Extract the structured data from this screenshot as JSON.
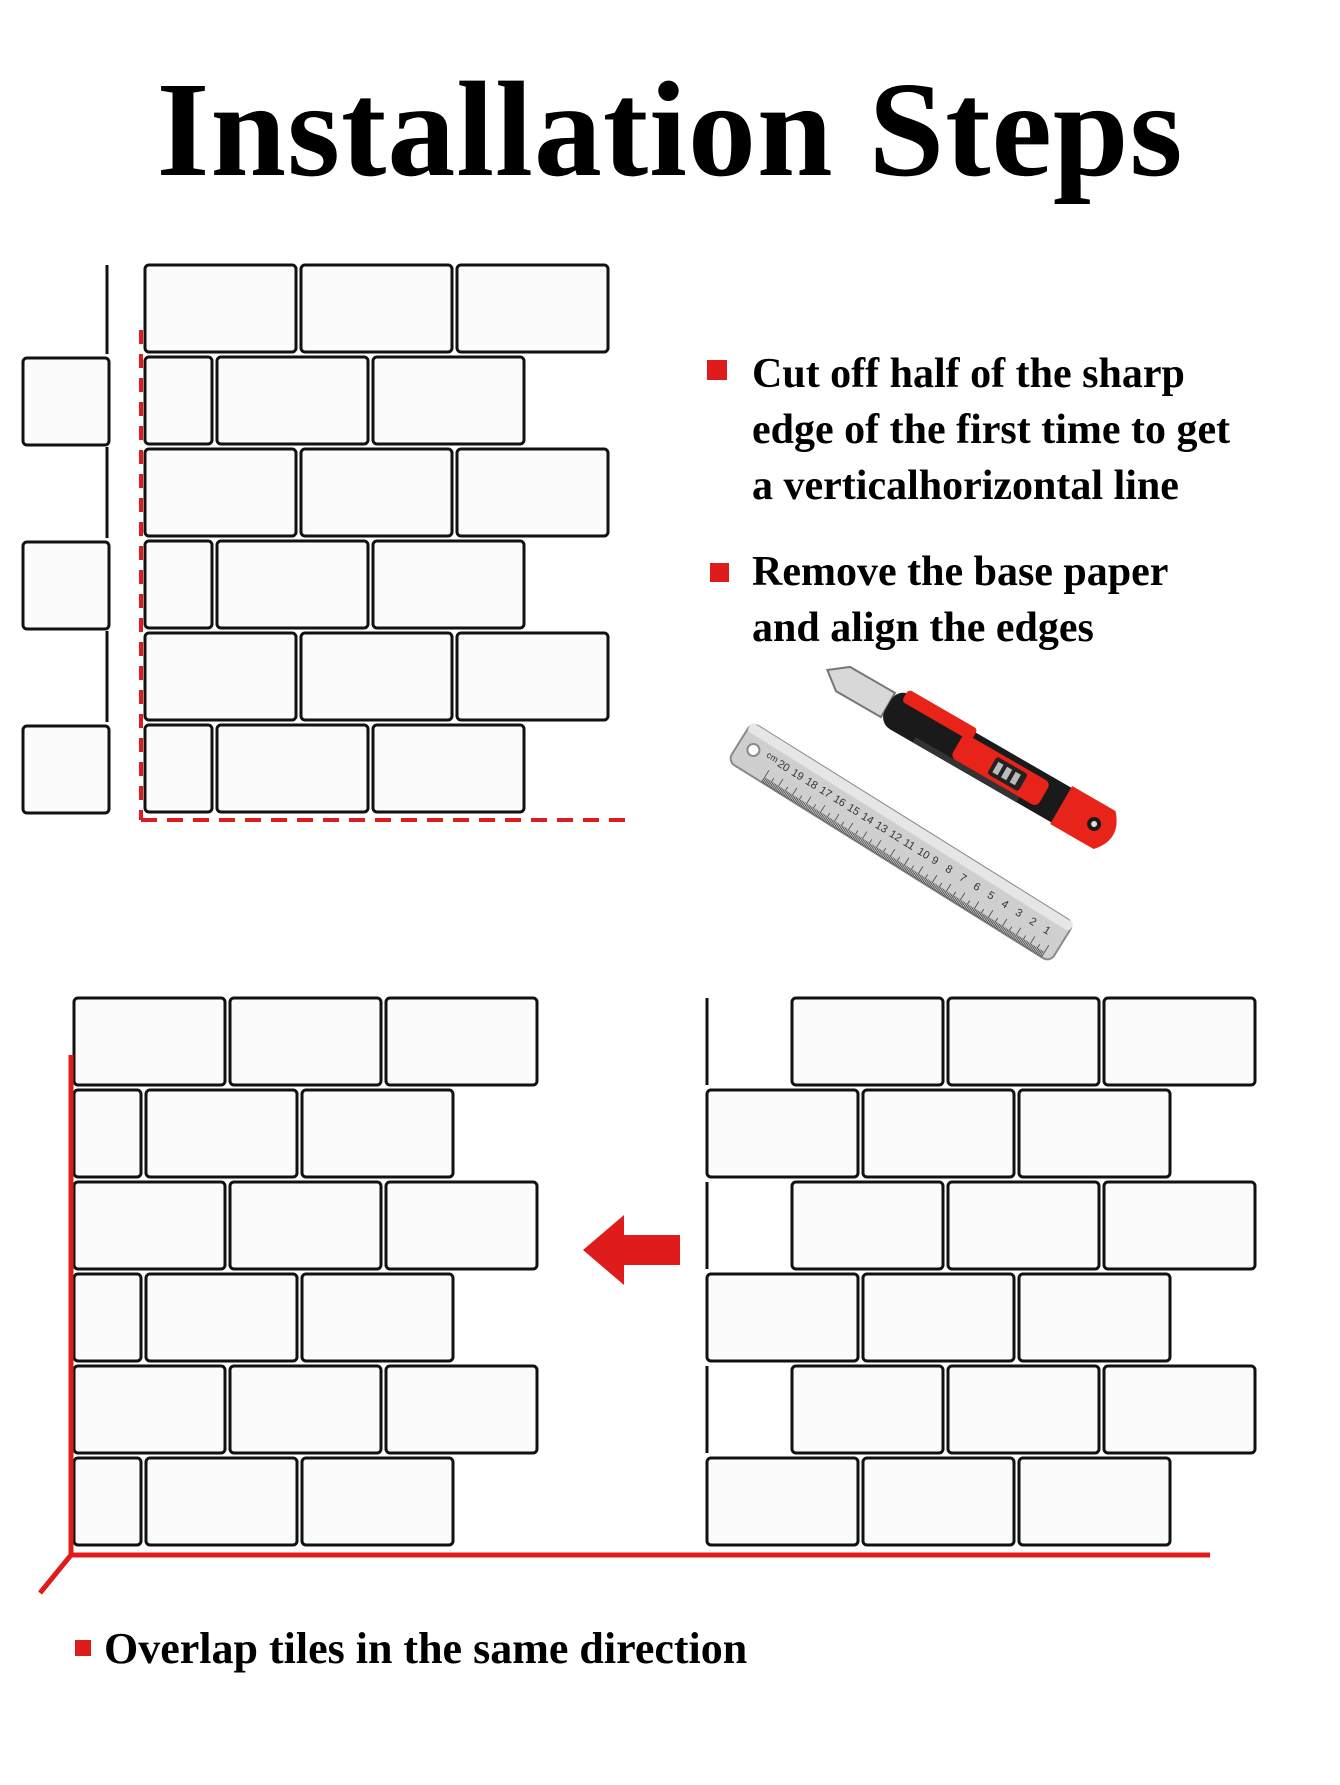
{
  "title": "Installation Steps",
  "steps": {
    "step1_lines": [
      "Cut off half of the sharp",
      "edge of the first time to get",
      "a verticalhorizontal line"
    ],
    "step2_lines": [
      "Remove the base paper",
      "and align the edges"
    ],
    "step3": "Overlap tiles in the same direction"
  },
  "ruler": {
    "unit": "cm",
    "ticks": [
      "20",
      "19",
      "18",
      "17",
      "16",
      "15",
      "14",
      "13",
      "12",
      "11",
      "10",
      "9",
      "8",
      "7",
      "6",
      "5",
      "4",
      "3",
      "2",
      "1"
    ]
  },
  "colors": {
    "accent": "#e01b1b",
    "tile_fill": "#fbfbfb",
    "tile_border": "#111111",
    "knife_red": "#e8231a",
    "knife_black": "#1a1a1a",
    "ruler_steel": "#c9c9c9"
  },
  "icons": [
    "bullet-square-icon",
    "arrow-left-icon",
    "utility-knife-icon",
    "steel-ruler-icon"
  ]
}
